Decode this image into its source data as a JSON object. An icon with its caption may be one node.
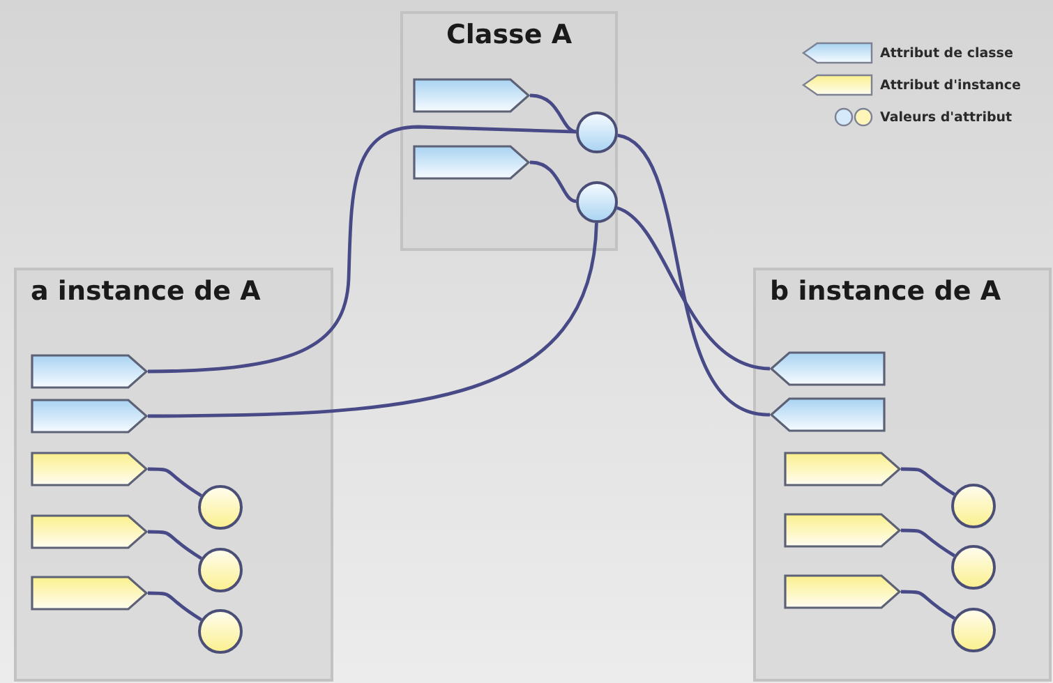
{
  "diagram": {
    "nodes": [
      {
        "text": [
          "Classe A"
        ]
      },
      {
        "text": [],
        "shape": "tag",
        "in": 0
      },
      {
        "text": [],
        "shape": "circle",
        "in": 0
      },
      {
        "text": [],
        "shape": "tag",
        "in": 0
      },
      {
        "text": [],
        "shape": "circle",
        "in": 0
      },
      {
        "text": [
          "a instance de A"
        ]
      },
      {
        "text": [],
        "shape": "tag",
        "in": 5
      },
      {
        "text": [],
        "shape": "tag",
        "in": 5
      },
      {
        "text": [],
        "shape": "tag",
        "in": 5
      },
      {
        "text": [],
        "shape": "circle",
        "in": 5
      },
      {
        "text": [],
        "shape": "tag",
        "in": 5
      },
      {
        "text": [],
        "shape": "circle",
        "in": 5
      },
      {
        "text": [],
        "shape": "tag",
        "in": 5
      },
      {
        "text": [],
        "shape": "circle",
        "in": 5
      },
      {
        "text": [
          "b instance de A"
        ]
      },
      {
        "text": [],
        "shape": "tag",
        "in": 14
      },
      {
        "text": [],
        "shape": "tag",
        "in": 14
      },
      {
        "text": [],
        "shape": "tag",
        "in": 14
      },
      {
        "text": [],
        "shape": "circle",
        "in": 14
      },
      {
        "text": [],
        "shape": "tag",
        "in": 14
      },
      {
        "text": [],
        "shape": "circle",
        "in": 14
      },
      {
        "text": [],
        "shape": "tag",
        "in": 14
      },
      {
        "text": [],
        "shape": "circle",
        "in": 14
      }
    ],
    "edges": [
      {
        "from": 1,
        "to": 2,
        "arrow": "none"
      },
      {
        "from": 3,
        "to": 4,
        "arrow": "none"
      },
      {
        "from": 2,
        "to": 6,
        "arrow": "none"
      },
      {
        "from": 2,
        "to": 16,
        "arrow": "none"
      },
      {
        "from": 4,
        "to": 7,
        "arrow": "none"
      },
      {
        "from": 4,
        "to": 15,
        "arrow": "none"
      },
      {
        "from": 8,
        "to": 9,
        "arrow": "none"
      },
      {
        "from": 10,
        "to": 11,
        "arrow": "none"
      },
      {
        "from": 12,
        "to": 13,
        "arrow": "none"
      },
      {
        "from": 17,
        "to": 18,
        "arrow": "none"
      },
      {
        "from": 19,
        "to": 20,
        "arrow": "none"
      },
      {
        "from": 21,
        "to": 22,
        "arrow": "none"
      }
    ],
    "legend": [
      {
        "text": "Attribut de classe"
      },
      {
        "text": "Attribut d'instance"
      },
      {
        "text": "Valeurs d'attribut"
      }
    ]
  }
}
